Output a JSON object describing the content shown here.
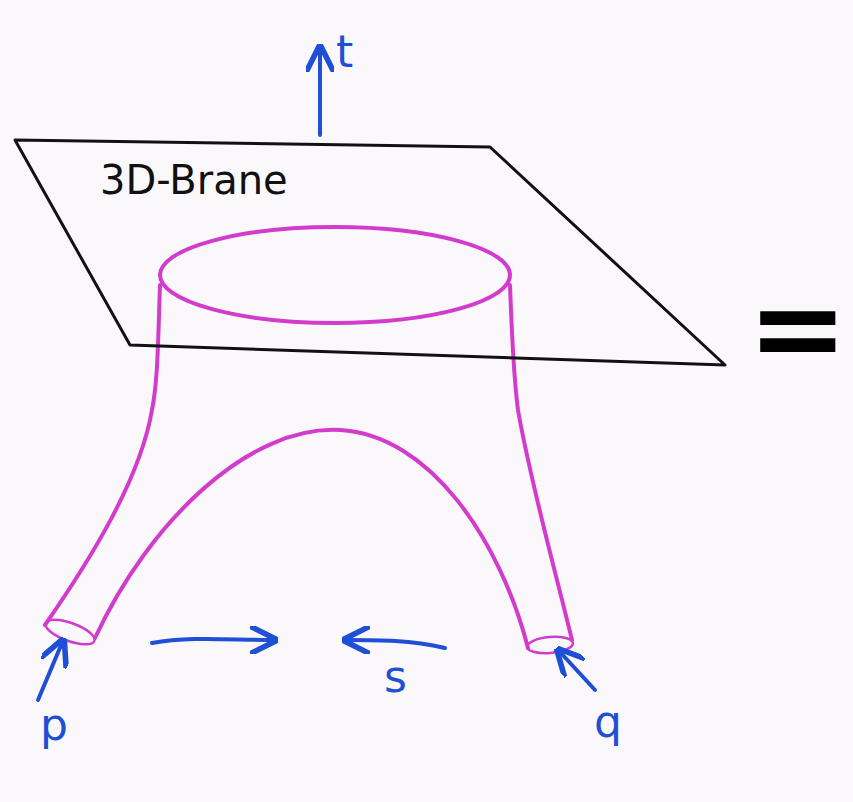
{
  "diagram": {
    "nodes": [
      {
        "text": [
          "3D-Brane"
        ]
      }
    ],
    "labels": [
      "t",
      "s",
      "p",
      "q",
      "="
    ]
  }
}
